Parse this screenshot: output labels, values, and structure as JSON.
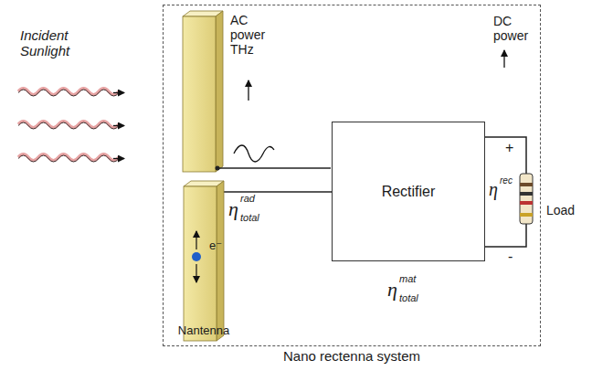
{
  "diagram": {
    "nodes": [
      {
        "text": [
          "Nano rectenna system"
        ]
      },
      {
        "text": [
          "Nantenna"
        ],
        "in": 0
      },
      {
        "text": [
          "Rectifier"
        ],
        "in": 0
      }
    ],
    "edges": [
      {
        "from": 1,
        "to": 2,
        "arrow": "none"
      }
    ],
    "labels": [
      "Incident Sunlight",
      "AC power THz",
      "η",
      "rad",
      "total",
      "e⁻",
      "η",
      "mat",
      "total",
      "DC power",
      "+",
      "-",
      "η",
      "rec",
      "Load"
    ]
  }
}
